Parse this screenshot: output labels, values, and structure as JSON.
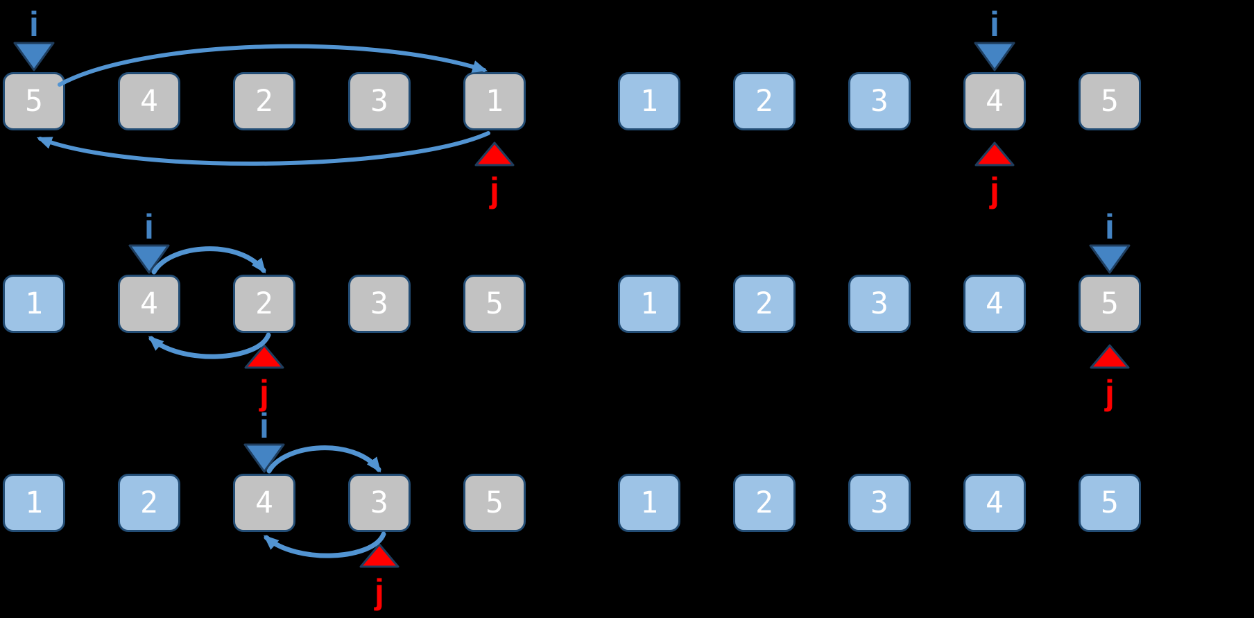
{
  "figure": {
    "title": "",
    "background": "#000000",
    "pointer_labels": {
      "i": "i",
      "j": "j"
    },
    "colors": {
      "box_border": "#234D75",
      "unsorted_fill": "#C2C2C2",
      "sorted_fill": "#9DC3E6",
      "arc_blue": "#5294D2",
      "pointer_i_fill": "#4484C4",
      "pointer_i_text": "#4484C4",
      "pointer_j_fill": "#FF0000",
      "pointer_j_text": "#FF0000",
      "triangle_border": "#1F3E5F",
      "digit_color": "#FFFFFF"
    },
    "rows": [
      {
        "id": "pass1-before",
        "side": "left",
        "band": 0,
        "values": [
          "5",
          "4",
          "2",
          "3",
          "1"
        ],
        "states": [
          "unsorted",
          "unsorted",
          "unsorted",
          "unsorted",
          "unsorted"
        ],
        "i_index": 0,
        "j_index": 4,
        "swap": "wide"
      },
      {
        "id": "pass1-after",
        "side": "right",
        "band": 0,
        "values": [
          "1",
          "2",
          "3",
          "4",
          "5"
        ],
        "states": [
          "sorted",
          "sorted",
          "sorted",
          "unsorted",
          "unsorted"
        ],
        "i_index": 3,
        "j_index": 3,
        "swap": null
      },
      {
        "id": "pass2-before",
        "side": "left",
        "band": 1,
        "values": [
          "1",
          "4",
          "2",
          "3",
          "5"
        ],
        "states": [
          "sorted",
          "unsorted",
          "unsorted",
          "unsorted",
          "unsorted"
        ],
        "i_index": 1,
        "j_index": 2,
        "swap": "adjacent"
      },
      {
        "id": "pass2-after",
        "side": "right",
        "band": 1,
        "values": [
          "1",
          "2",
          "3",
          "4",
          "5"
        ],
        "states": [
          "sorted",
          "sorted",
          "sorted",
          "sorted",
          "unsorted"
        ],
        "i_index": 4,
        "j_index": 4,
        "swap": null
      },
      {
        "id": "pass3-before",
        "side": "left",
        "band": 2,
        "values": [
          "1",
          "2",
          "4",
          "3",
          "5"
        ],
        "states": [
          "sorted",
          "sorted",
          "unsorted",
          "unsorted",
          "unsorted"
        ],
        "i_index": 2,
        "j_index": 3,
        "swap": "adjacent"
      },
      {
        "id": "pass3-after",
        "side": "right",
        "band": 2,
        "values": [
          "1",
          "2",
          "3",
          "4",
          "5"
        ],
        "states": [
          "sorted",
          "sorted",
          "sorted",
          "sorted",
          "sorted"
        ],
        "i_index": null,
        "j_index": null,
        "swap": null
      }
    ]
  }
}
